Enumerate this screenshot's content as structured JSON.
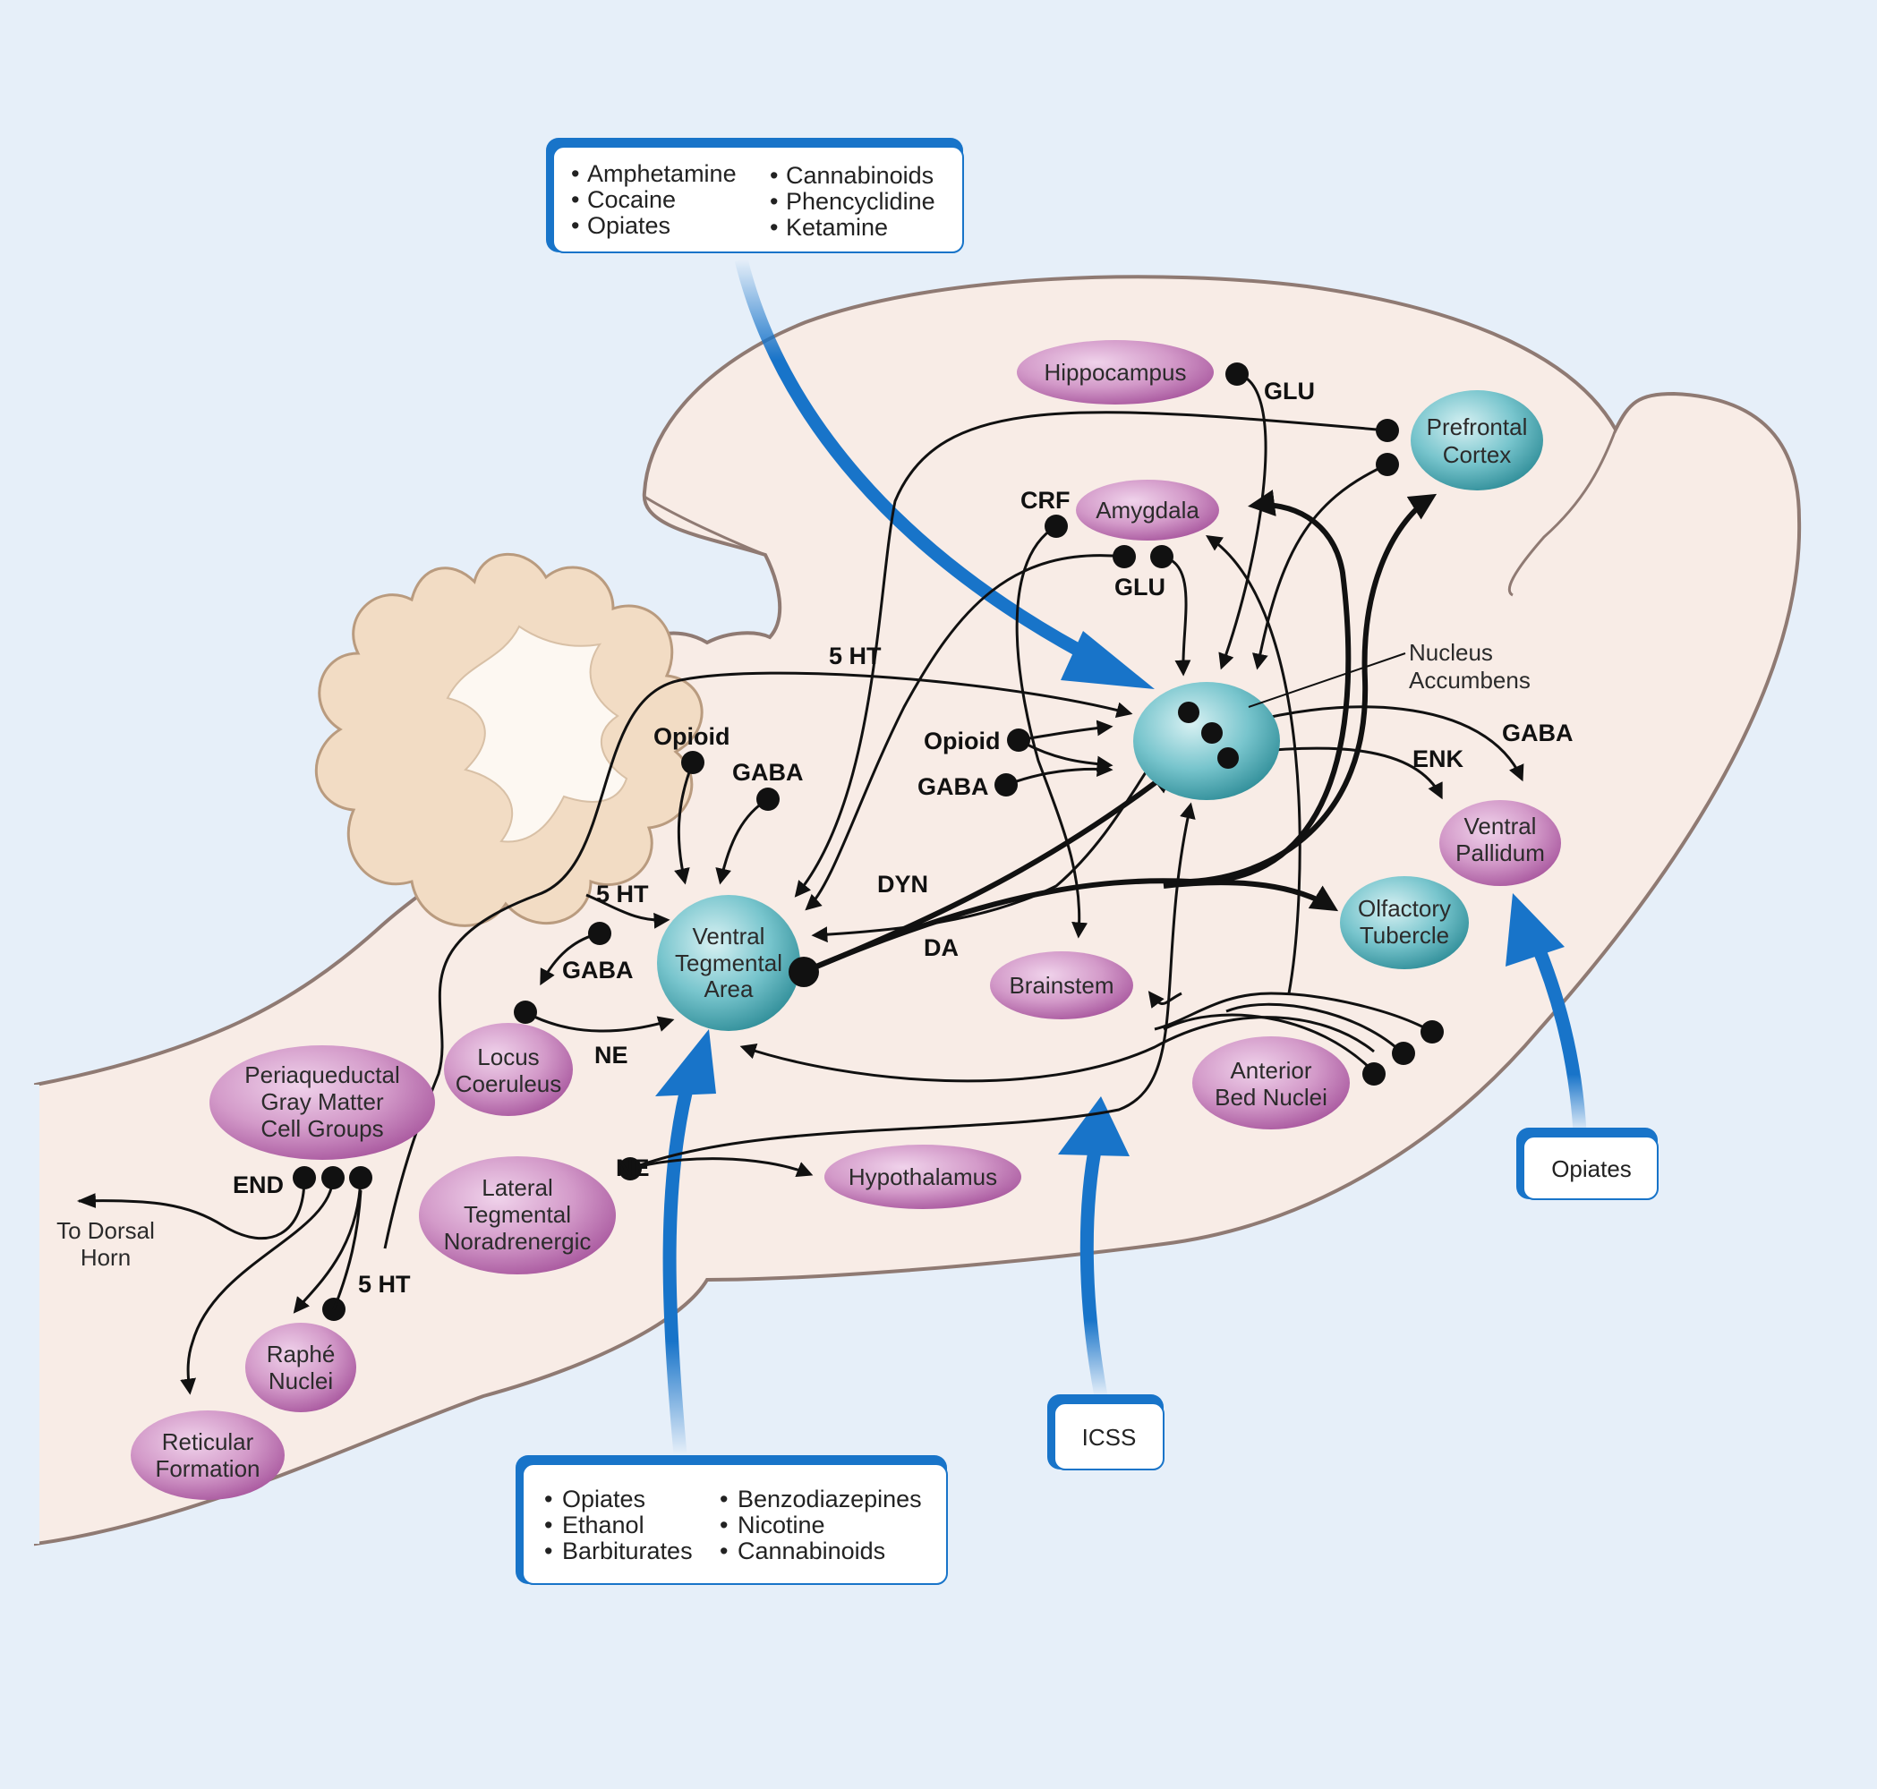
{
  "regions": {
    "hippocampus": [
      "Hippocampus"
    ],
    "prefrontal_cortex": [
      "Prefrontal",
      "Cortex"
    ],
    "amygdala": [
      "Amygdala"
    ],
    "nucleus_accumbens": [
      "Nucleus",
      "Accumbens"
    ],
    "ventral_pallidum": [
      "Ventral",
      "Pallidum"
    ],
    "olfactory_tubercle": [
      "Olfactory",
      "Tubercle"
    ],
    "ventral_tegmental_area": [
      "Ventral",
      "Tegmental",
      "Area"
    ],
    "brainstem": [
      "Brainstem"
    ],
    "anterior_bed_nuclei": [
      "Anterior",
      "Bed Nuclei"
    ],
    "locus_coeruleus": [
      "Locus",
      "Coeruleus"
    ],
    "periaqueductal_gray": [
      "Periaqueductal",
      "Gray Matter",
      "Cell Groups"
    ],
    "lateral_tegmental": [
      "Lateral",
      "Tegmental",
      "Noradrenergic"
    ],
    "hypothalamus": [
      "Hypothalamus"
    ],
    "raphe_nuclei": [
      "Raphé",
      "Nuclei"
    ],
    "reticular_formation": [
      "Reticular",
      "Formation"
    ],
    "to_dorsal_horn": [
      "To Dorsal",
      "Horn"
    ]
  },
  "transmitters": {
    "glu_hippocampus": "GLU",
    "crf": "CRF",
    "glu_amygdala": "GLU",
    "ht5_top": "5 HT",
    "opioid_left": "Opioid",
    "gaba_left": "GABA",
    "opioid_mid": "Opioid",
    "gaba_mid": "GABA",
    "gaba_right": "GABA",
    "enk": "ENK",
    "dyn": "DYN",
    "da": "DA",
    "ht5_vta": "5 HT",
    "gaba_vta": "GABA",
    "ne_vta": "NE",
    "ne_lateral": "NE",
    "end": "END",
    "ht5_raphe": "5 HT"
  },
  "drug_boxes": {
    "top": {
      "col1": [
        "Amphetamine",
        "Cocaine",
        "Opiates"
      ],
      "col2": [
        "Cannabinoids",
        "Phencyclidine",
        "Ketamine"
      ]
    },
    "bottom": {
      "col1": [
        "Opiates",
        "Ethanol",
        "Barbiturates"
      ],
      "col2": [
        "Benzodiazepines",
        "Nicotine",
        "Cannabinoids"
      ]
    },
    "icss": "ICSS",
    "opiates_right": "Opiates"
  },
  "colors": {
    "background": "#e6eff9",
    "brain_fill": "#f8ece6",
    "cerebellum_fill": "#f2dcc4",
    "pink_region": "#c97fbf",
    "teal_region": "#5fb8c2",
    "drug_arrow": "#1874c9"
  },
  "icons": [
    "cerebellum-shape",
    "brain-outline",
    "synapse-dot",
    "arrowhead"
  ]
}
